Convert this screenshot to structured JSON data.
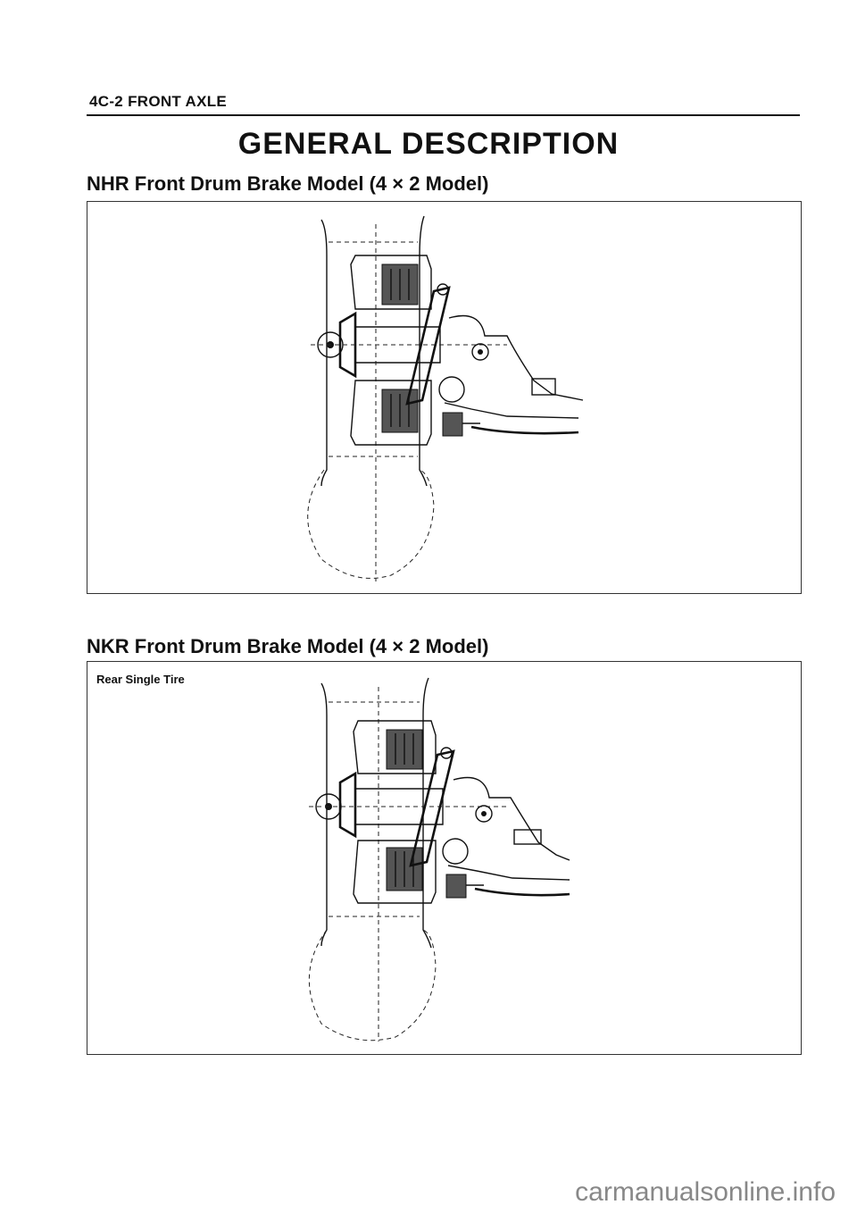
{
  "header": {
    "section_ref": "4C-2 FRONT AXLE"
  },
  "title": "GENERAL DESCRIPTION",
  "figures": [
    {
      "heading": "NHR Front Drum Brake Model (4 × 2 Model)",
      "label": ""
    },
    {
      "heading": "NKR Front Drum Brake Model (4 × 2 Model)",
      "label": "Rear Single Tire"
    }
  ],
  "footer": {
    "watermark": "carmanualsonline.info"
  }
}
